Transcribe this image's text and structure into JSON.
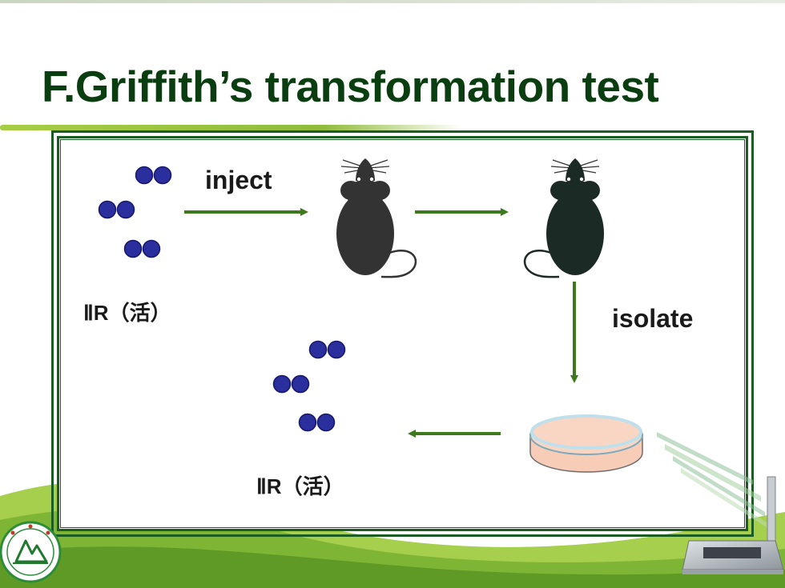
{
  "slide": {
    "title": "F.Griffith’s transformation test"
  },
  "diagram": {
    "label_inject": "inject",
    "label_isolate": "isolate",
    "label_strain_top": "ⅡR（活）",
    "label_strain_bottom": "ⅡR（活）"
  },
  "colors": {
    "title": "#0a3e10",
    "frame": "#1a5c22",
    "arrow": "#3d7a1e",
    "bacteria_fill": "#2b2f9e",
    "mouse_alive": "#333333",
    "mouse_dead": "#1c2a25",
    "dish_agar": "#f7cdb8",
    "dish_rim": "#bfe0ea",
    "accent_green": "#8fbc3a"
  },
  "icons": {
    "bacteria": "diplococcus-icon",
    "mouse": "mouse-icon",
    "dish": "petri-dish-icon",
    "logo": "university-logo-icon",
    "laptop": "laptop-icon"
  }
}
